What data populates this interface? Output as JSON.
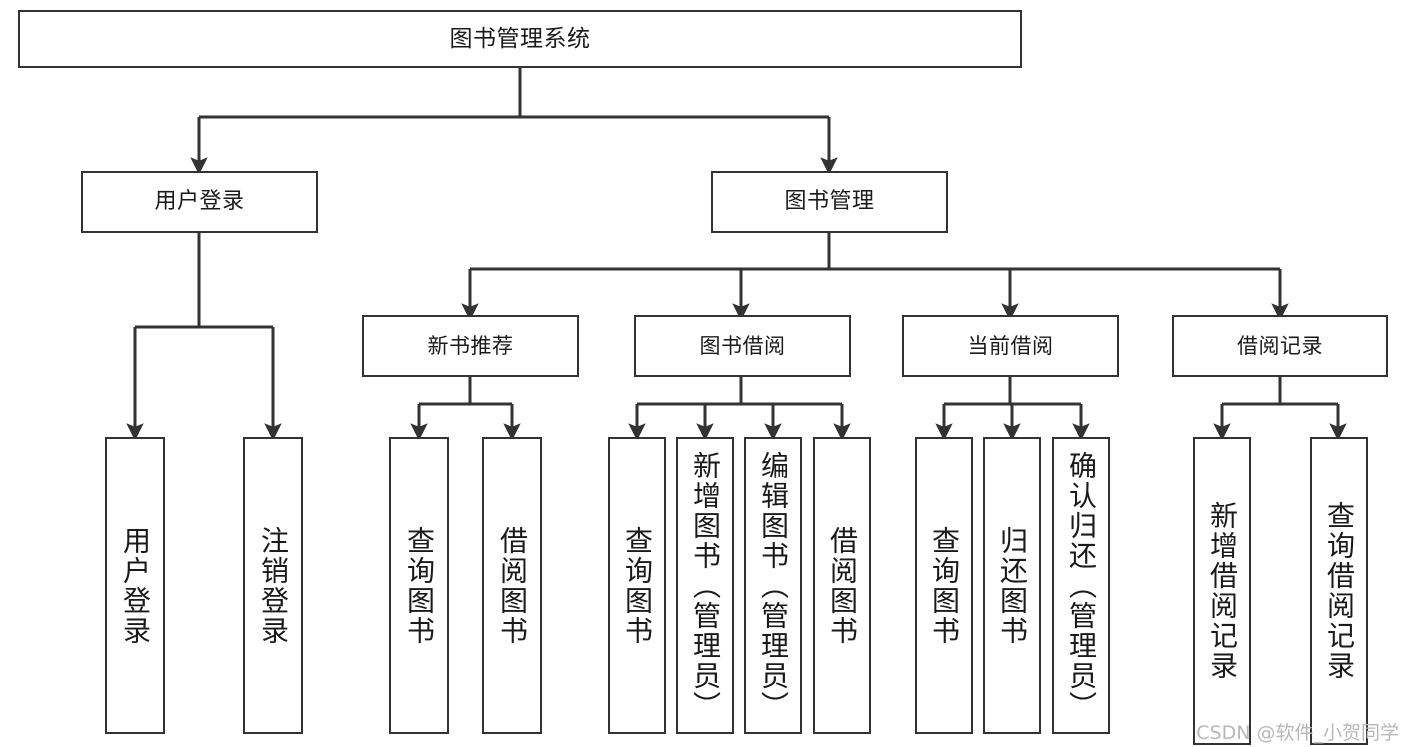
{
  "diagram": {
    "type": "tree-hierarchy",
    "title": "图书管理系统",
    "watermark": "CSDN @软件_小贺同学",
    "accent_color": "#333333",
    "background_color": "#ffffff",
    "nodes": {
      "root": {
        "label": "图书管理系统"
      },
      "level2": [
        {
          "id": "user-login",
          "label": "用户登录"
        },
        {
          "id": "book-manage",
          "label": "图书管理"
        }
      ],
      "level3": [
        {
          "id": "new-book-recommend",
          "label": "新书推荐"
        },
        {
          "id": "book-borrow",
          "label": "图书借阅"
        },
        {
          "id": "current-borrow",
          "label": "当前借阅"
        },
        {
          "id": "borrow-record",
          "label": "借阅记录"
        }
      ],
      "leaves": {
        "user_login": [
          {
            "id": "leaf-user-login",
            "label": "用户登录"
          },
          {
            "id": "leaf-logout",
            "label": "注销登录"
          }
        ],
        "new_book_recommend": [
          {
            "id": "leaf-query-book-1",
            "label": "查询图书"
          },
          {
            "id": "leaf-borrow-book-1",
            "label": "借阅图书"
          }
        ],
        "book_borrow": [
          {
            "id": "leaf-query-book-2",
            "label": "查询图书"
          },
          {
            "id": "leaf-add-book",
            "label": "新增图书（管理员）"
          },
          {
            "id": "leaf-edit-book",
            "label": "编辑图书（管理员）"
          },
          {
            "id": "leaf-borrow-book-2",
            "label": "借阅图书"
          }
        ],
        "current_borrow": [
          {
            "id": "leaf-query-book-3",
            "label": "查询图书"
          },
          {
            "id": "leaf-return-book",
            "label": "归还图书"
          },
          {
            "id": "leaf-confirm-return",
            "label": "确认归还（管理员）"
          }
        ],
        "borrow_record": [
          {
            "id": "leaf-add-record",
            "label": "新增借阅记录"
          },
          {
            "id": "leaf-query-record",
            "label": "查询借阅记录"
          }
        ]
      }
    },
    "edges": [
      {
        "from": "图书管理系统",
        "to": "用户登录"
      },
      {
        "from": "图书管理系统",
        "to": "图书管理"
      },
      {
        "from": "用户登录",
        "to": "用户登录"
      },
      {
        "from": "用户登录",
        "to": "注销登录"
      },
      {
        "from": "图书管理",
        "to": "新书推荐"
      },
      {
        "from": "图书管理",
        "to": "图书借阅"
      },
      {
        "from": "图书管理",
        "to": "当前借阅"
      },
      {
        "from": "图书管理",
        "to": "借阅记录"
      },
      {
        "from": "新书推荐",
        "to": "查询图书"
      },
      {
        "from": "新书推荐",
        "to": "借阅图书"
      },
      {
        "from": "图书借阅",
        "to": "查询图书"
      },
      {
        "from": "图书借阅",
        "to": "新增图书（管理员）"
      },
      {
        "from": "图书借阅",
        "to": "编辑图书（管理员）"
      },
      {
        "from": "图书借阅",
        "to": "借阅图书"
      },
      {
        "from": "当前借阅",
        "to": "查询图书"
      },
      {
        "from": "当前借阅",
        "to": "归还图书"
      },
      {
        "from": "当前借阅",
        "to": "确认归还（管理员）"
      },
      {
        "from": "借阅记录",
        "to": "新增借阅记录"
      },
      {
        "from": "借阅记录",
        "to": "查询借阅记录"
      }
    ]
  }
}
